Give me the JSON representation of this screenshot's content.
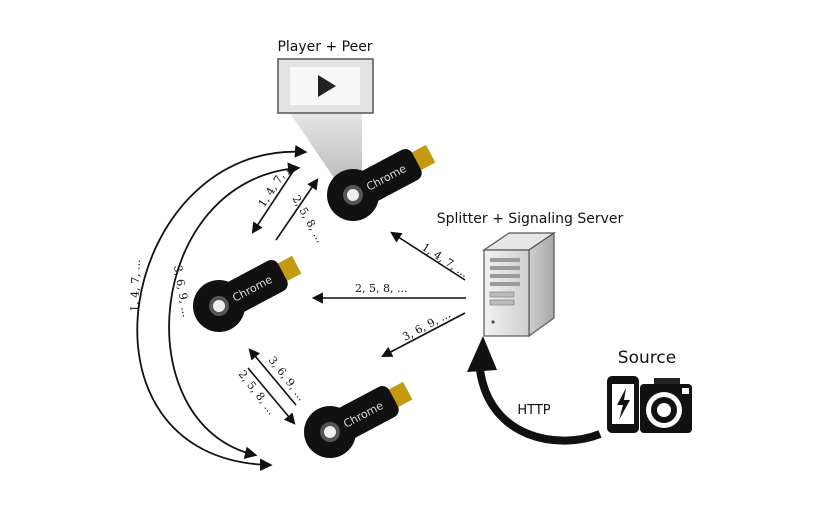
{
  "labels": {
    "player_peer": "Player + Peer",
    "splitter": "Splitter + Signaling Server",
    "source": "Source",
    "http": "HTTP"
  },
  "device_label": "Chrome",
  "sequences": {
    "seq_1": "1, 4, 7, ...",
    "seq_2": "2, 5, 8, ...",
    "seq_3": "3, 6, 9, ..."
  }
}
